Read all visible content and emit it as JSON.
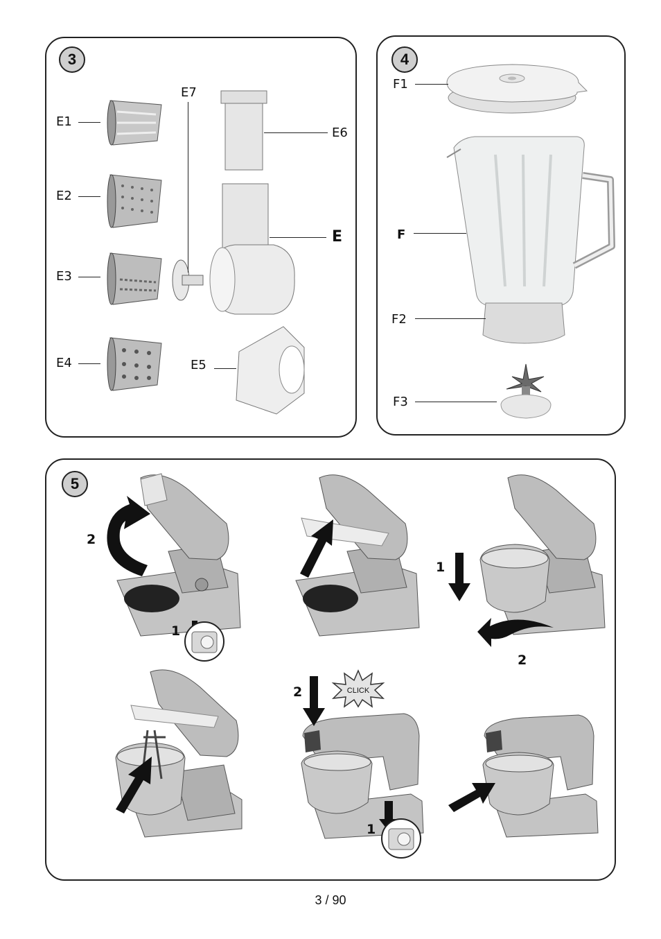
{
  "panel3": {
    "number": "3",
    "labels": {
      "e1": "E1",
      "e2": "E2",
      "e3": "E3",
      "e4": "E4",
      "e5": "E5",
      "e6": "E6",
      "e7": "E7",
      "e": "E"
    }
  },
  "panel4": {
    "number": "4",
    "labels": {
      "f1": "F1",
      "f": "F",
      "f2": "F2",
      "f3": "F3"
    }
  },
  "panel5": {
    "number": "5",
    "steps": {
      "s1_a": "2",
      "s1_b": "1",
      "s3_a": "1",
      "s3_b": "2",
      "s5_a": "2",
      "s5_b": "1"
    },
    "click_text": "CLICK"
  },
  "page": {
    "number": "3 / 90"
  },
  "colors": {
    "border": "#222222",
    "badge": "#cfcfcf",
    "metal": "#b8b8b8",
    "plastic": "#e4e4e4",
    "arrow": "#111111"
  }
}
